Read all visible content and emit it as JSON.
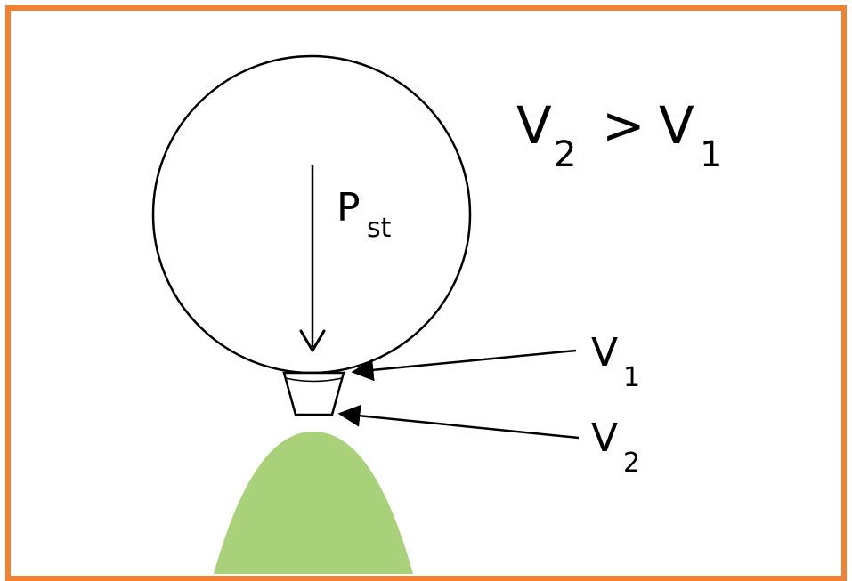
{
  "diagram": {
    "relation": {
      "lhs_symbol": "V",
      "lhs_subscript": "2",
      "operator": ">",
      "rhs_symbol": "V",
      "rhs_subscript": "1"
    },
    "force_label": {
      "symbol": "P",
      "subscript": "st"
    },
    "label_v1": {
      "symbol": "V",
      "subscript": "1"
    },
    "label_v2": {
      "symbol": "V",
      "subscript": "2"
    },
    "colors": {
      "frame": "#f08236",
      "mound": "#a9d17a",
      "stroke": "#000000",
      "background": "#ffffff"
    }
  }
}
